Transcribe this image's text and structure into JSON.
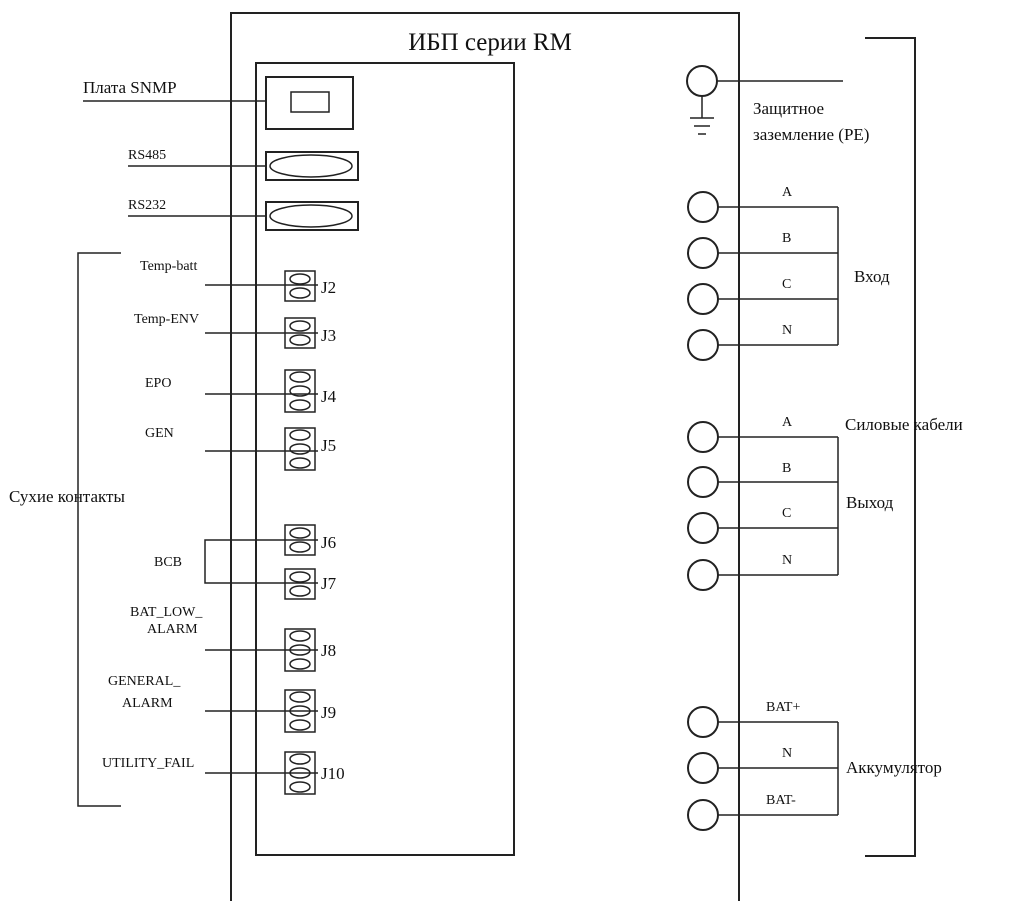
{
  "title": "ИБП серии RM",
  "left": {
    "snmp": "Плата SNMP",
    "rs485": "RS485",
    "rs232": "RS232",
    "dry_contacts": "Сухие контакты",
    "signals": {
      "temp_batt": "Temp-batt",
      "temp_env": "Temp-ENV",
      "epo": "EPO",
      "gen": "GEN",
      "bcb": "BCB",
      "bat_low_1": "BAT_LOW_",
      "bat_low_2": "ALARM",
      "general_1": "GENERAL_",
      "general_2": "ALARM",
      "utility_fail": "UTILITY_FAIL"
    },
    "connectors": {
      "j2": "J2",
      "j3": "J3",
      "j4": "J4",
      "j5": "J5",
      "j6": "J6",
      "j7": "J7",
      "j8": "J8",
      "j9": "J9",
      "j10": "J10"
    }
  },
  "right": {
    "pe_1": "Защитное",
    "pe_2": "заземление (PE)",
    "input": "Вход",
    "output": "Выход",
    "power_cables": "Силовые кабели",
    "battery": "Аккумулятор",
    "input_terms": {
      "a": "A",
      "b": "B",
      "c": "C",
      "n": "N"
    },
    "output_terms": {
      "a": "A",
      "b": "B",
      "c": "C",
      "n": "N"
    },
    "battery_terms": {
      "pos": "BAT+",
      "n": "N",
      "neg": "BAT-"
    }
  }
}
